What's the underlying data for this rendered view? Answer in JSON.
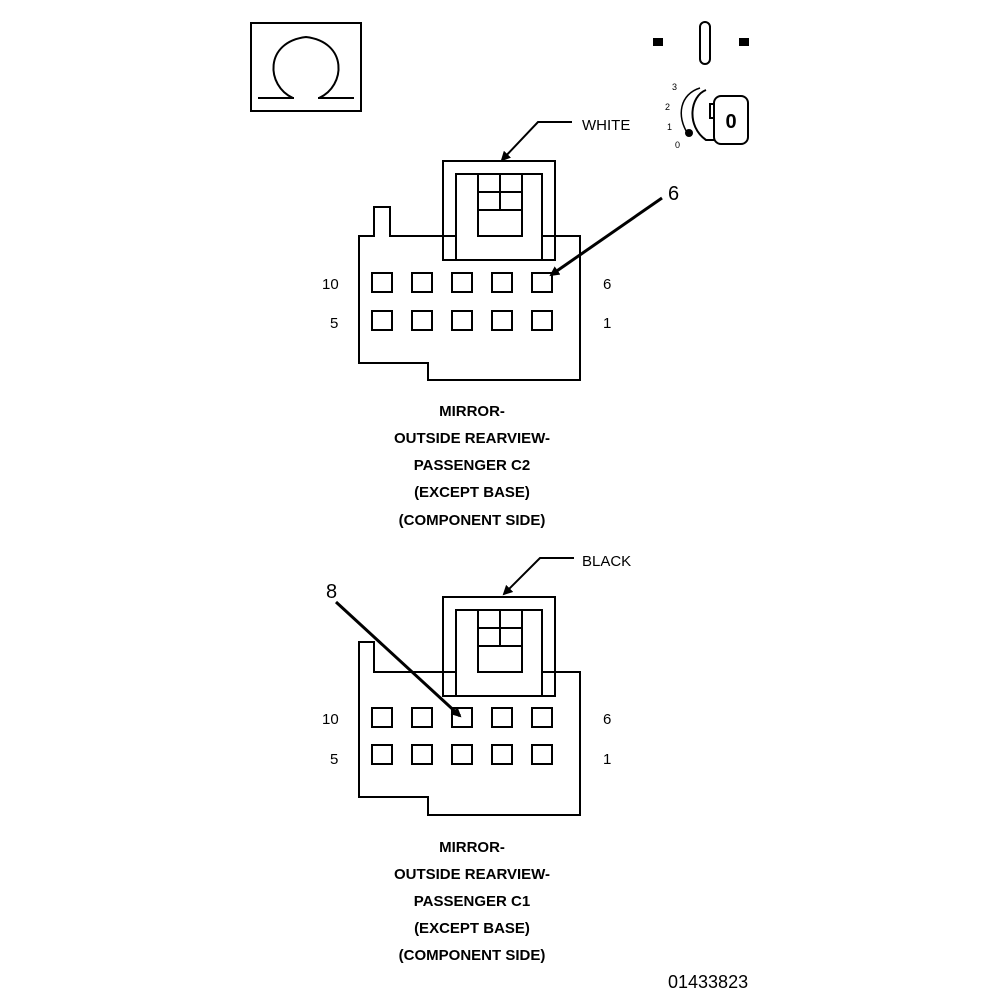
{
  "legend_box": {
    "symbol_icon": "omega-symbol-icon"
  },
  "ignition": {
    "icon": "ignition-key-switch-icon",
    "positions": [
      "3",
      "2",
      "1",
      "0"
    ],
    "key_label": "0"
  },
  "connector_c2": {
    "color_label": "WHITE",
    "callout_pin": "6",
    "pin_labels": {
      "top_left": "10",
      "top_right": "6",
      "bottom_left": "5",
      "bottom_right": "1"
    },
    "title_lines": [
      "MIRROR-",
      "OUTSIDE REARVIEW-",
      "PASSENGER C2",
      "(EXCEPT BASE)",
      "(COMPONENT SIDE)"
    ]
  },
  "connector_c1": {
    "color_label": "BLACK",
    "callout_pin": "8",
    "pin_labels": {
      "top_left": "10",
      "top_right": "6",
      "bottom_left": "5",
      "bottom_right": "1"
    },
    "title_lines": [
      "MIRROR-",
      "OUTSIDE REARVIEW-",
      "PASSENGER C1",
      "(EXCEPT BASE)",
      "(COMPONENT SIDE)"
    ]
  },
  "figure_number": "01433823"
}
